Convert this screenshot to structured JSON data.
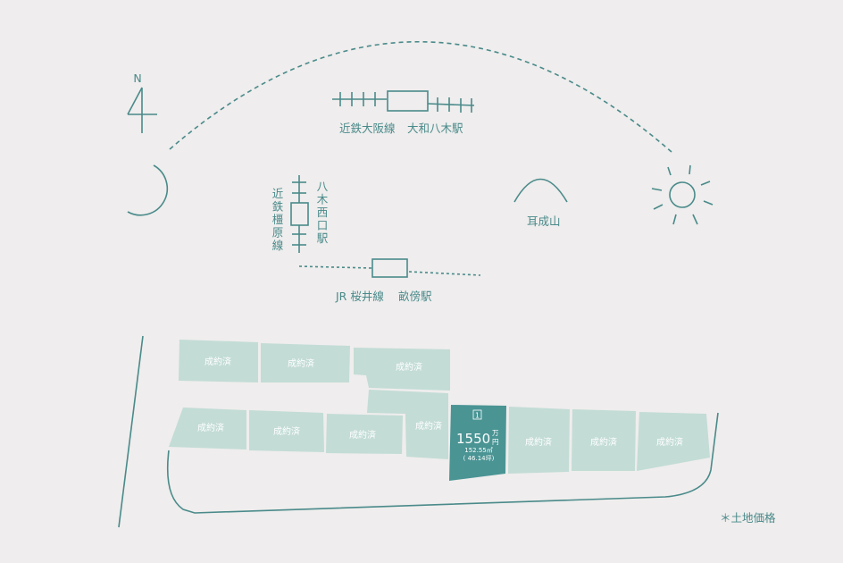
{
  "compass": {
    "north_label": "N"
  },
  "railways": {
    "kintetsu_osaka_line": {
      "line_name": "近鉄大阪線",
      "station_name": "大和八木駅"
    },
    "kintetsu_kashihara_line": {
      "line_name": "近鉄橿原線",
      "station_name": "八木西口駅"
    },
    "jr_sakurai_line": {
      "line_name": "JR 桜井線",
      "station_name": "畝傍駅"
    }
  },
  "landmarks": {
    "mountain": "耳成山"
  },
  "lots": {
    "sold_label": "成約済",
    "featured": {
      "number": "1",
      "price": "1550",
      "unit_top": "万",
      "unit_bottom": "円",
      "area_sqm": "152.55㎡",
      "area_tsubo": "( 46.14坪)"
    }
  },
  "note": "＊土地価格",
  "colors": {
    "background": "#efeded",
    "line": "#4a8a8a",
    "lot_sold": "#c3dcd6",
    "lot_featured": "#4a9494"
  }
}
